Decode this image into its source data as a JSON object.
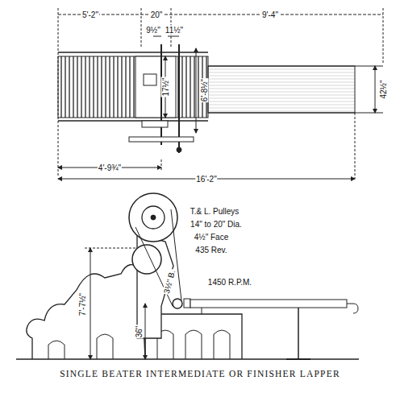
{
  "diagram": {
    "caption": "SINGLE BEATER INTERMEDIATE OR FINISHER LAPPER",
    "labels": [
      "5'-2\"",
      "20\"",
      "9'-4\"",
      "9½\"",
      "11½\"",
      "17½\"",
      "6'-8½\"",
      "42½\"",
      "4'-9¾\"",
      "16'-2\"",
      "T.& L. Pulleys",
      "14\" to 20\" Dia.",
      "4½\" Face",
      "435 Rev.",
      "3½\" B.",
      "1450 R.P.M.",
      "7'-7½\"",
      "36\""
    ]
  }
}
